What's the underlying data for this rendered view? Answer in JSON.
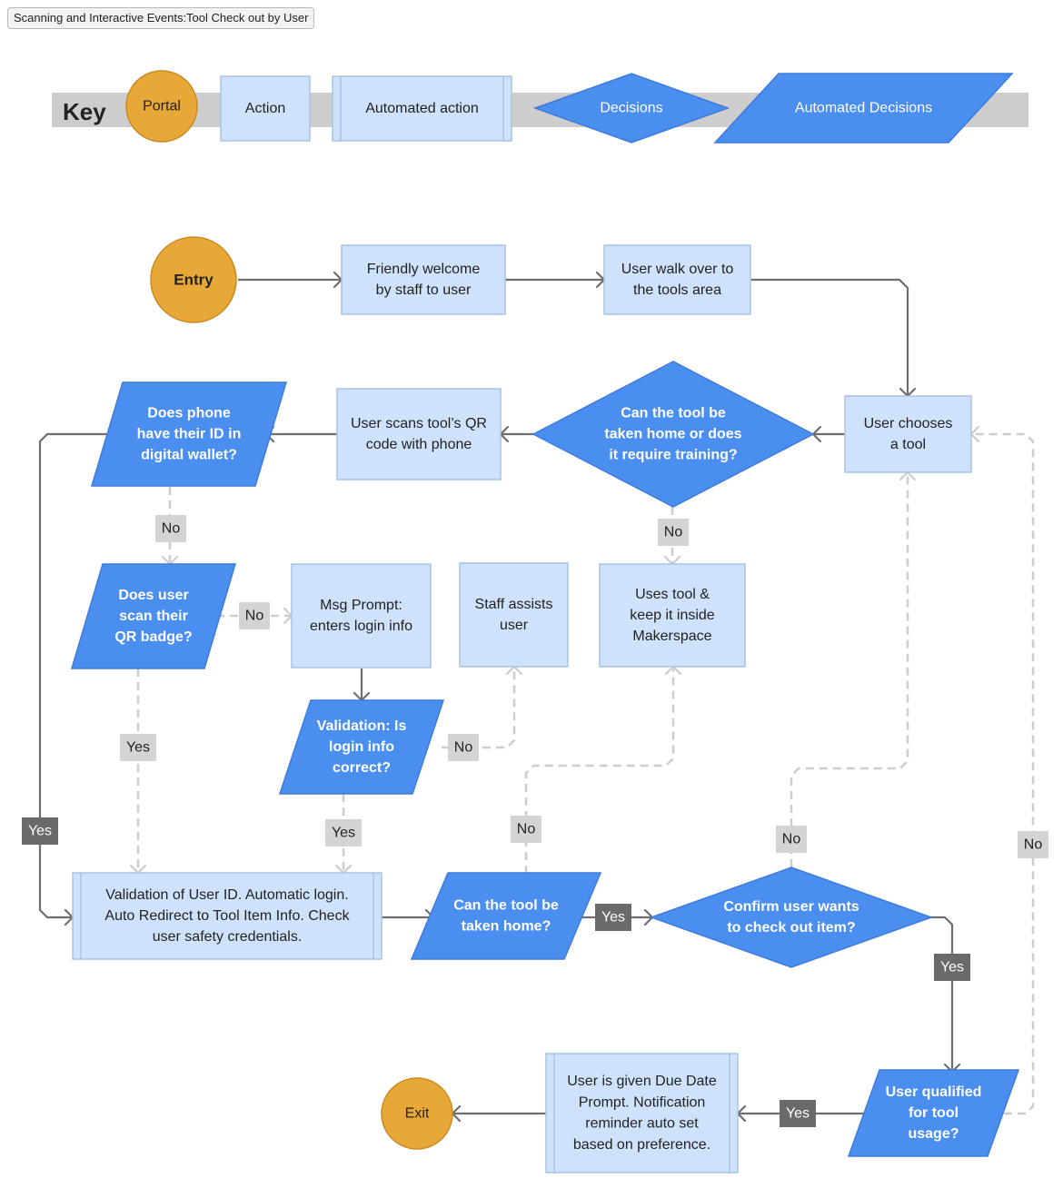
{
  "title": "Scanning and Interactive Events:Tool Check out by User",
  "colors": {
    "portal_fill": "#E8A838",
    "action_fill": "#CFE2FC",
    "action_border": "#A9C3E8",
    "decision_fill": "#4A8EF0",
    "key_band": "#CDCDCD",
    "connector": "#6E6E6E",
    "connector_dashed": "#CDCDCD",
    "yes_no_dark": "#6A6A6A",
    "yes_no_light": "#D4D4D4"
  },
  "key": {
    "label": "Key",
    "portal": "Portal",
    "action": "Action",
    "automated_action": "Automated action",
    "decisions": "Decisions",
    "automated_decisions": "Automated Decisions"
  },
  "nodes": {
    "entry": "Entry",
    "welcome": [
      "Friendly welcome",
      "by staff to user"
    ],
    "walk": [
      "User walk over to",
      "the tools area"
    ],
    "chooses": [
      "User chooses",
      "a tool"
    ],
    "can_take_home_or_training": [
      "Can the tool be",
      "taken home or does",
      "it require training?"
    ],
    "scans_qr": [
      "User scans tool’s QR",
      "code with phone"
    ],
    "phone_wallet": [
      "Does phone",
      "have their ID in",
      "digital wallet?"
    ],
    "scan_badge": [
      "Does user",
      "scan their",
      "QR badge?"
    ],
    "msg_prompt": [
      "Msg Prompt:",
      "enters login info"
    ],
    "staff_assists": [
      "Staff assists",
      "user"
    ],
    "uses_inside": [
      "Uses tool &",
      "keep it inside",
      "Makerspace"
    ],
    "validation_login": [
      "Validation: Is",
      "login info",
      "correct?"
    ],
    "validation_user": [
      "Validation of User ID.  Automatic login.",
      "Auto Redirect to Tool Item Info.  Check",
      "user safety credentials."
    ],
    "can_take_home": [
      "Can the tool be",
      "taken home?"
    ],
    "confirm_checkout": [
      "Confirm user wants",
      "to check out item?"
    ],
    "qualified": [
      "User qualified",
      "for tool",
      "usage?"
    ],
    "due_date": [
      "User is given Due Date",
      "Prompt. Notification",
      "reminder auto set",
      "based on preference."
    ],
    "exit": "Exit"
  },
  "edge_labels": {
    "no_wallet": "No",
    "no_training": "No",
    "no_badge": "No",
    "yes_badge": "Yes",
    "yes_wallet": "Yes",
    "no_login": "No",
    "yes_login": "Yes",
    "no_take_home": "No",
    "yes_take_home": "Yes",
    "no_confirm": "No",
    "yes_confirm": "Yes",
    "no_qualified": "No",
    "yes_qualified": "Yes"
  }
}
